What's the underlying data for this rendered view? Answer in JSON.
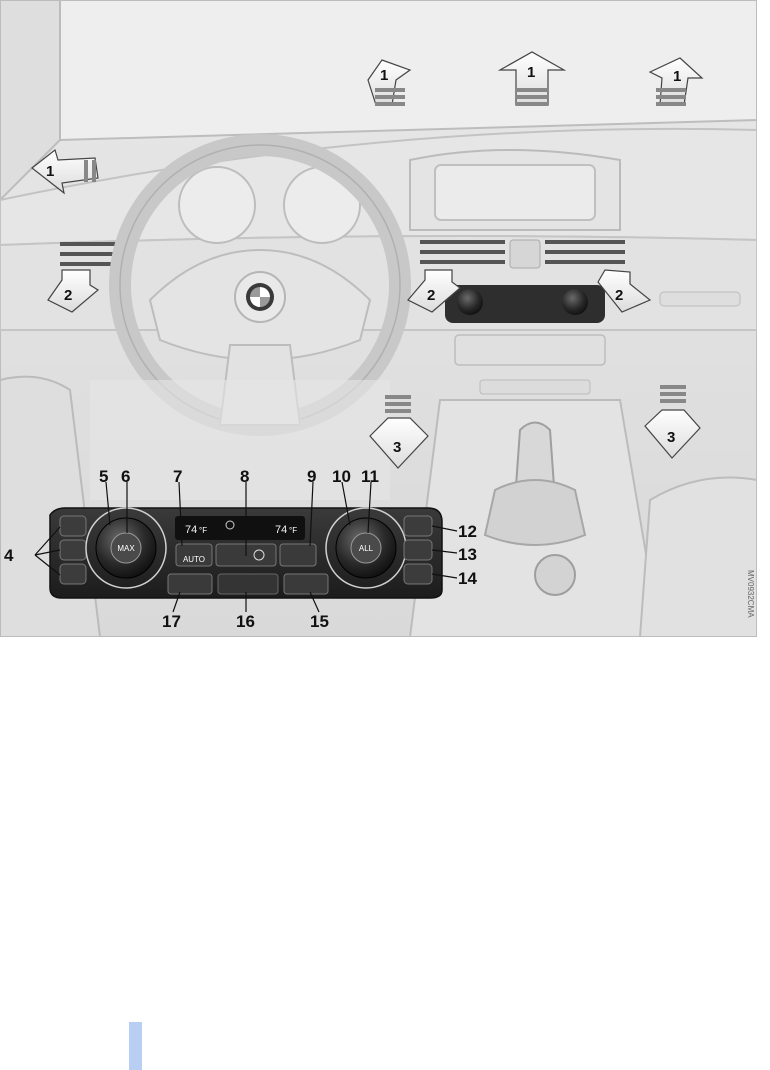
{
  "figure": {
    "image_code": "MV0932CMA",
    "callouts": [
      "1",
      "2",
      "3",
      "4",
      "5",
      "6",
      "7",
      "8",
      "9",
      "10",
      "11",
      "12",
      "13",
      "14",
      "15",
      "16",
      "17"
    ],
    "panel": {
      "temp_left": "74",
      "temp_right": "74",
      "unit": "°F",
      "max_label": "MAX",
      "all_label": "ALL",
      "auto_label": "AUTO"
    }
  },
  "colors": {
    "page_marker": "#b8cef2",
    "panel": "#2b2b2b",
    "line_art": "#d8d8d8"
  }
}
